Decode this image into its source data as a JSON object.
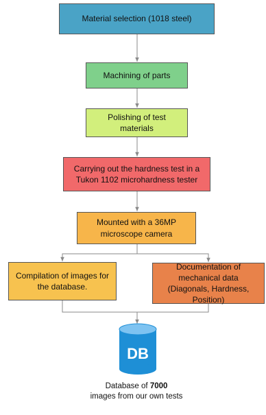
{
  "steps": [
    {
      "text": "Material selection (1018 steel)",
      "color": "#4aa3c6"
    },
    {
      "text": "Machining of parts",
      "color": "#7fd08b"
    },
    {
      "text": "Polishing of test materials",
      "color": "#d2ef7c"
    },
    {
      "text": "Carrying out the hardness test in a Tukon 1102 microhardness tester",
      "color": "#f1696a"
    },
    {
      "text": "Mounted with a 36MP microscope camera",
      "color": "#f7b54a"
    },
    {
      "text": "Compilation of images for the database.",
      "color": "#f7c24f"
    },
    {
      "text": "Documentation of mechanical data (Diagonals, Hardness, Position)",
      "color": "#e8824a"
    }
  ],
  "database": {
    "icon_label": "DB",
    "icon": "database-cylinder-icon",
    "icon_color": "#1e8fd6",
    "caption_before": "Database of ",
    "caption_count": "7000",
    "caption_after": "images from our own tests"
  },
  "connector_color": "#8a8a8a"
}
